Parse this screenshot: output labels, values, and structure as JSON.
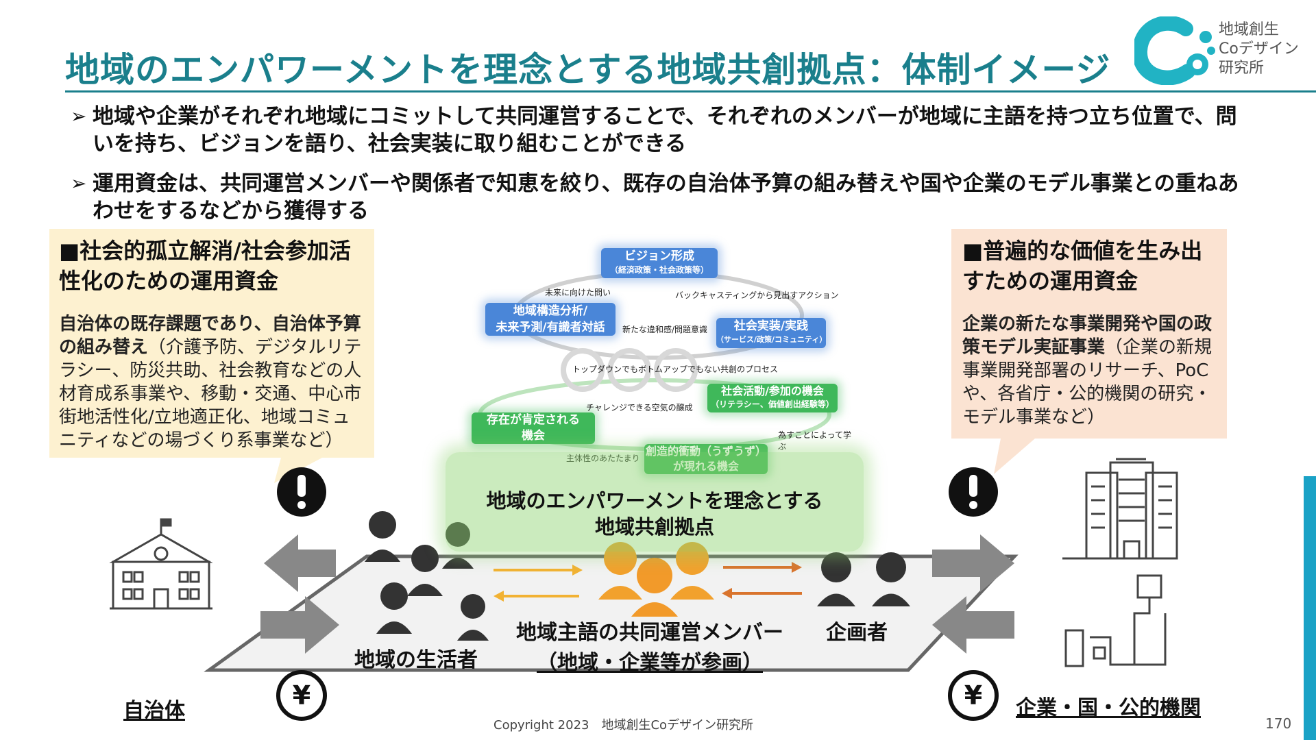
{
  "slide": {
    "title": "地域のエンパワーメントを理念とする地域共創拠点：体制イメージ",
    "logo_text": [
      "地域創生",
      "Coデザイン",
      "研究所"
    ],
    "page_number": "170",
    "copyright": "Copyright 2023　地域創生Coデザイン研究所"
  },
  "bullets": [
    {
      "mark": "➢",
      "text": "地域や企業がそれぞれ地域にコミットして共同運営することで、それぞれのメンバーが地域に主語を持つ立ち位置で、問いを持ち、ビジョンを語り、社会実装に取り組むことができる"
    },
    {
      "mark": "➢",
      "text": "運用資金は、共同運営メンバーや関係者で知恵を絞り、既存の自治体予算の組み替えや国や企業のモデル事業との重ねあわせをするなどから獲得する"
    }
  ],
  "left_box": {
    "heading": "■社会的孤立解消/社会参加活性化のための運用資金",
    "body_bold": "自治体の既存課題であり、自治体予算の組み替え",
    "body_rest": "（介護予防、デジタルリテラシー、防災共助、社会教育などの人材育成系事業や、移動・交通、中心市街地活性化/立地適正化、地域コミュニティなどの場づくり系事業など）"
  },
  "right_box": {
    "heading": "■普遍的な価値を生み出すための運用資金",
    "body_bold": "企業の新たな事業開発や国の政策モデル実証事業",
    "body_rest": "（企業の新規事業開発部署のリサーチ、PoCや、各省庁・公的機関の研究・モデル事業など）"
  },
  "cycle": {
    "vision": {
      "title": "ビジョン形成",
      "sub": "（経済政策・社会政策等）"
    },
    "analysis": {
      "line1": "地域構造分析/",
      "line2": "未来予測/有識者対話"
    },
    "implementation": {
      "title": "社会実装/実践",
      "sub": "（サービス/政策/コミュニティ）"
    },
    "participation": {
      "title": "社会活動/参加の機会",
      "sub": "（リテラシー、価値創出経験等）"
    },
    "affirmation": {
      "line1": "存在が肯定される",
      "line2": "機会"
    },
    "creative": {
      "line1": "創造的衝動（うずうず）",
      "line2": "が現れる機会"
    },
    "notes": {
      "future_question": "未来に向けた問い",
      "backcasting": "バックキャスティングから見出すアクション",
      "discomfort": "新たな違和感/問題意識",
      "process": "トップダウンでもボトムアップでもない共創のプロセス",
      "challenge": "チャレンジできる空気の醸成",
      "subjectivity": "主体性のあたたまり",
      "learning": "為すことによって学ぶ"
    }
  },
  "hub": {
    "line1": "地域のエンパワーメントを理念とする",
    "line2": "地域共創拠点"
  },
  "actors": {
    "residents": "地域の生活者",
    "members_line1": "地域主語の共同運営メンバー",
    "members_line2": "（地域・企業等が参画）",
    "planners": "企画者",
    "municipality": "自治体",
    "corporate": "企業・国・公的機関"
  },
  "colors": {
    "title": "#1a7f8c",
    "blue_cloud": "#4a86d8",
    "green_cloud": "#3fb85a",
    "left_box": "#fdf1d0",
    "right_box": "#fbe3d2",
    "accent": "#1aa2c6"
  }
}
